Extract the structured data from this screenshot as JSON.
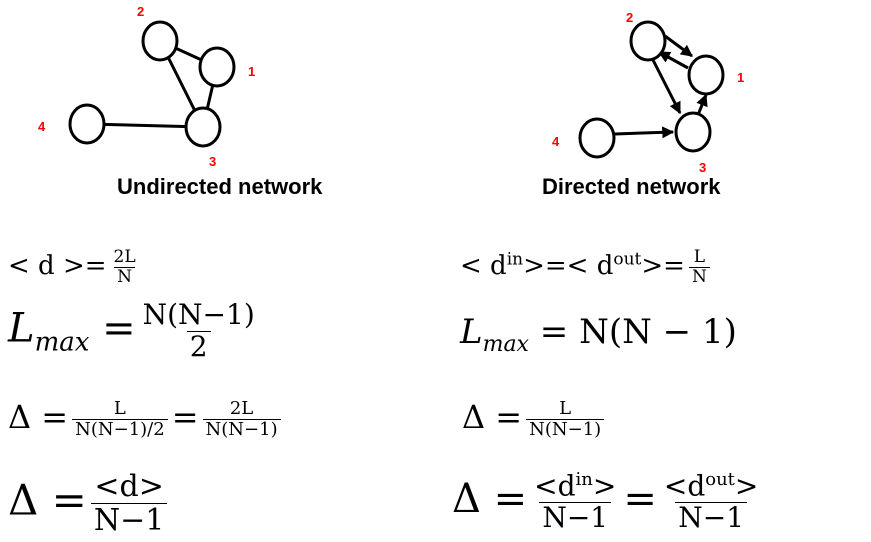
{
  "colors": {
    "node_label": "#ff0000",
    "edge": "#000000",
    "node_fill": "#ffffff"
  },
  "undirected": {
    "title": "Undirected network",
    "node_labels": [
      "2",
      "1",
      "4",
      "3"
    ]
  },
  "directed": {
    "title": "Directed network",
    "node_labels": [
      "2",
      "1",
      "4",
      "3"
    ]
  },
  "formulas": {
    "avg_degree": {
      "lhs": "< d >=",
      "num": "2L",
      "den": "N"
    },
    "directed_avg_degree": {
      "lhs": "< d",
      "sup_in": "in",
      "mid": ">=< d",
      "sup_out": "out",
      "rhs": ">=",
      "num": "L",
      "den": "N"
    },
    "lmax_undirected": {
      "L": "L",
      "sub": "max",
      "eq": "=",
      "num": "N(N−1)",
      "den": "2"
    },
    "lmax_directed": {
      "L": "L",
      "sub": "max",
      "rhs": "= N(N − 1)"
    },
    "density_undirected": {
      "delta": "Δ =",
      "num1": "L",
      "den1": "N(N−1)/2",
      "eq": "=",
      "num2": "2L",
      "den2": "N(N−1)"
    },
    "density_directed": {
      "delta": "Δ =",
      "num": "L",
      "den": "N(N−1)"
    },
    "density_degree_undirected": {
      "delta": "Δ =",
      "num": "<d>",
      "den": "N−1"
    },
    "density_degree_directed": {
      "delta": "Δ =",
      "num1_base": "<d",
      "num1_sup": "in",
      "num1_end": ">",
      "den1": "N−1",
      "eq": "=",
      "num2_base": "<d",
      "num2_sup": "out",
      "num2_end": ">",
      "den2": "N−1"
    }
  }
}
